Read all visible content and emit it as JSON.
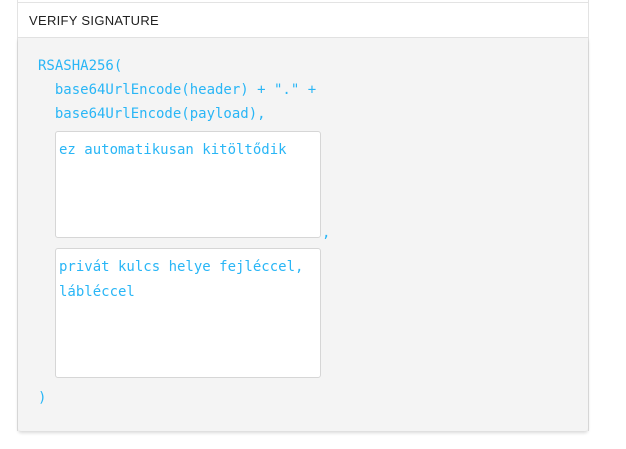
{
  "header": {
    "title": "VERIFY SIGNATURE"
  },
  "signature": {
    "line_algorithm": "RSASHA256(",
    "line_header": "  base64UrlEncode(header) + \".\" +",
    "line_payload": "  base64UrlEncode(payload),",
    "textarea_auto_value": "ez automatikusan kitöltődik",
    "separator": ",",
    "textarea_private_key_value": "privát kulcs helye fejléccel, lábléccel",
    "closing": ")"
  },
  "colors": {
    "accent": "#29b6f6",
    "panel_bg": "#f4f4f4",
    "border": "#e3e3e3",
    "header_text": "#212121"
  }
}
